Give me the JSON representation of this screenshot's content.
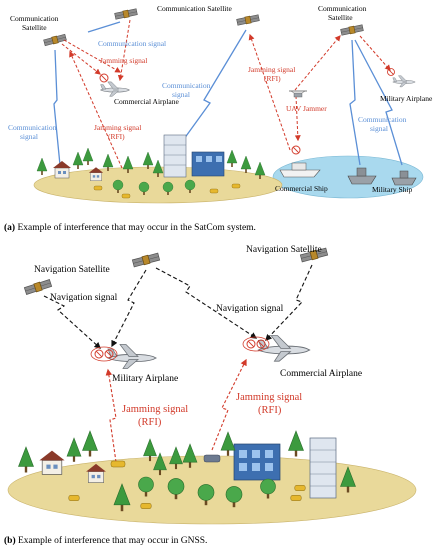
{
  "panel_a": {
    "caption_tag": "(a)",
    "caption_text": " Example of interference that may occur in the SatCom system.",
    "labels": {
      "comm_sat_left_1": "Communication",
      "comm_sat_left_2": "Satellite",
      "comm_sat_mid": "Communication Satellite",
      "comm_sat_right_1": "Communication",
      "comm_sat_right_2": "Satellite",
      "comm_signal_top": "Communication signal",
      "jamming_signal_top": "Jamming signal",
      "commercial_airplane": "Commercial Airplane",
      "comm_signal_mid_1": "Communication",
      "comm_signal_mid_2": "signal",
      "comm_signal_left_1": "Communication",
      "comm_signal_left_2": "signal",
      "jamming_rfi_left_1": "Jamming signal",
      "jamming_rfi_left_2": "(RFI)",
      "jamming_rfi_right_1": "Jamming signal",
      "jamming_rfi_right_2": "(RFI)",
      "uav_jammer": "UAV Jammer",
      "military_airplane": "Military Airplane",
      "comm_signal_right_1": "Communication",
      "comm_signal_right_2": "signal",
      "commercial_ship": "Commercial Ship",
      "military_ship": "Military Ship"
    }
  },
  "panel_b": {
    "caption_tag": "(b)",
    "caption_text": " Example of interference that may occur in GNSS.",
    "labels": {
      "nav_sat_left": "Navigation Satellite",
      "nav_sat_right": "Navigation Satellite",
      "nav_signal_left": "Navigation signal",
      "nav_signal_right": "Navigation signal",
      "military_airplane": "Military Airplane",
      "commercial_airplane": "Commercial Airplane",
      "jamming_left_1": "Jamming signal",
      "jamming_left_2": "(RFI)",
      "jamming_right_1": "Jamming signal",
      "jamming_right_2": "(RFI)"
    }
  },
  "colors": {
    "comm_signal": "#5b8fd6",
    "jamming": "#d23a2a",
    "nav_signal": "#111111",
    "ground": "#e9d99a",
    "sea": "#a9d9ee",
    "tree": "#3c9a3e",
    "satellite_panel": "#9a9a9a"
  },
  "icons": [
    "satellite-icon",
    "airplane-icon",
    "ship-icon",
    "uav-icon",
    "tree-icon",
    "house-icon",
    "building-icon",
    "car-icon",
    "jamming-target-icon"
  ]
}
